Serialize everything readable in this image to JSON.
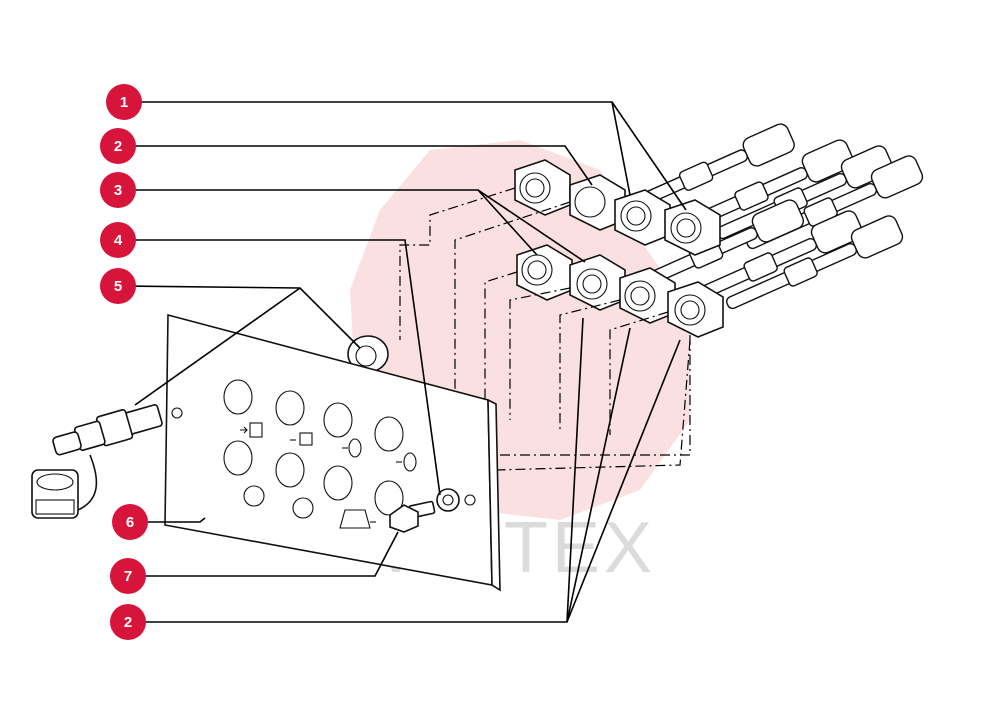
{
  "watermark": {
    "text": "VIHTEX",
    "seal_color": "#e04040"
  },
  "accent_color": "#d7143a",
  "callouts": [
    {
      "id": "c1",
      "label": "1"
    },
    {
      "id": "c2",
      "label": "2"
    },
    {
      "id": "c3",
      "label": "3"
    },
    {
      "id": "c4",
      "label": "4"
    },
    {
      "id": "c5",
      "label": "5"
    },
    {
      "id": "c6",
      "label": "6"
    },
    {
      "id": "c7",
      "label": "7"
    },
    {
      "id": "c2b",
      "label": "2"
    }
  ]
}
